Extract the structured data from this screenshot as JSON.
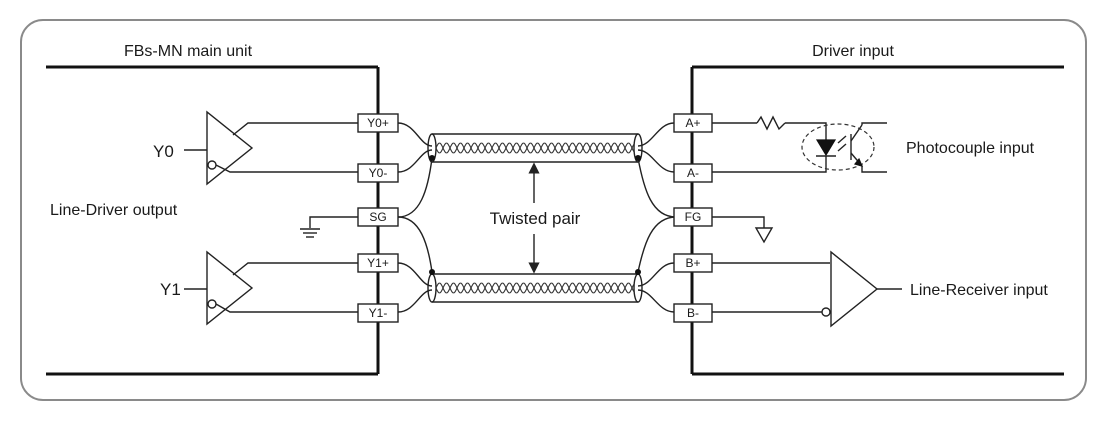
{
  "left_unit": {
    "title": "FBs-MN main unit",
    "output_label": "Line-Driver output"
  },
  "right_unit": {
    "title": "Driver input",
    "photo_label": "Photocouple input",
    "receiver_label": "Line-Receiver input"
  },
  "channels": {
    "y0": "Y0",
    "y1": "Y1"
  },
  "left_terminals": [
    "Y0+",
    "Y0-",
    "SG",
    "Y1+",
    "Y1-"
  ],
  "right_terminals": [
    "A+",
    "A-",
    "FG",
    "B+",
    "B-"
  ],
  "cable": {
    "label": "Twisted pair"
  }
}
